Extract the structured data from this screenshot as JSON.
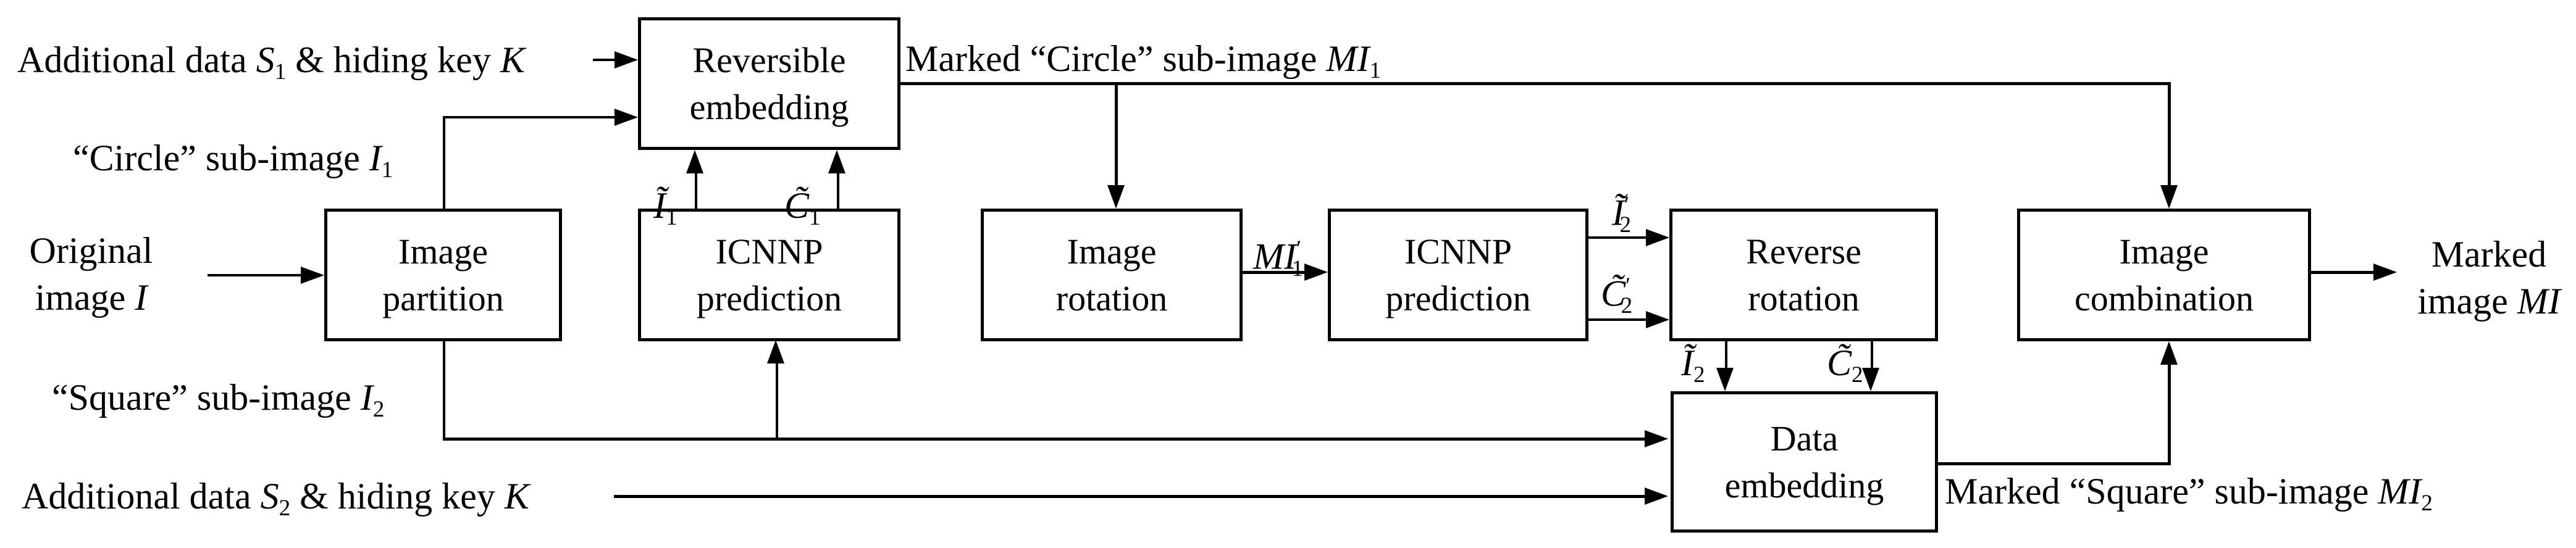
{
  "colors": {
    "background": "#ffffff",
    "line": "#000000",
    "text": "#000000"
  },
  "boxes": {
    "reversible_embedding": {
      "lines": [
        [
          {
            "t": "Reversible"
          }
        ],
        [
          {
            "t": "embedding"
          }
        ]
      ]
    },
    "image_partition": {
      "lines": [
        [
          {
            "t": "Image"
          }
        ],
        [
          {
            "t": "partition"
          }
        ]
      ]
    },
    "icnnp_prediction_1": {
      "lines": [
        [
          {
            "t": "ICNNP"
          }
        ],
        [
          {
            "t": "prediction"
          }
        ]
      ]
    },
    "image_rotation": {
      "lines": [
        [
          {
            "t": "Image"
          }
        ],
        [
          {
            "t": "rotation"
          }
        ]
      ]
    },
    "icnnp_prediction_2": {
      "lines": [
        [
          {
            "t": "ICNNP"
          }
        ],
        [
          {
            "t": "prediction"
          }
        ]
      ]
    },
    "reverse_rotation": {
      "lines": [
        [
          {
            "t": "Reverse"
          }
        ],
        [
          {
            "t": "rotation"
          }
        ]
      ]
    },
    "data_embedding": {
      "lines": [
        [
          {
            "t": "Data"
          }
        ],
        [
          {
            "t": "embedding"
          }
        ]
      ]
    },
    "image_combination": {
      "lines": [
        [
          {
            "t": "Image"
          }
        ],
        [
          {
            "t": "combination"
          }
        ]
      ]
    }
  },
  "labels": {
    "additional_data_s1": [
      {
        "t": "Additional data "
      },
      {
        "t": "S",
        "c": "i"
      },
      {
        "t": "1",
        "c": "sub"
      },
      {
        "t": " & hiding key "
      },
      {
        "t": "K",
        "c": "i"
      }
    ],
    "circle_subimage": [
      {
        "t": "“Circle” sub-image "
      },
      {
        "t": "I",
        "c": "i"
      },
      {
        "t": "1",
        "c": "sub"
      }
    ],
    "original_image": {
      "line1": [
        {
          "t": "Original"
        }
      ],
      "line2": [
        {
          "t": "image "
        },
        {
          "t": "I",
          "c": "i"
        }
      ]
    },
    "square_subimage": [
      {
        "t": "“Square” sub-image "
      },
      {
        "t": "I",
        "c": "i"
      },
      {
        "t": "2",
        "c": "sub"
      }
    ],
    "additional_data_s2": [
      {
        "t": "Additional data "
      },
      {
        "t": "S",
        "c": "i"
      },
      {
        "t": "2",
        "c": "sub"
      },
      {
        "t": " & hiding key "
      },
      {
        "t": "K",
        "c": "i"
      }
    ],
    "marked_circle_subimage": [
      {
        "t": "Marked “Circle” sub-image "
      },
      {
        "t": "MI",
        "c": "i"
      },
      {
        "t": "1",
        "c": "sub"
      }
    ],
    "i1_tilde": [
      {
        "t": "Ĩ",
        "c": "i"
      },
      {
        "t": "1",
        "c": "sub"
      }
    ],
    "c1_tilde": [
      {
        "t": "C̃",
        "c": "i"
      },
      {
        "t": "1",
        "c": "sub"
      }
    ],
    "mi1_prime": [
      {
        "t": "MI",
        "c": "i"
      },
      {
        "t": "′",
        "c": "sup"
      },
      {
        "t": "1",
        "c": "sub tuck"
      }
    ],
    "i2_prime_tilde": [
      {
        "t": "Ĩ",
        "c": "i"
      },
      {
        "t": "′",
        "c": "sup"
      },
      {
        "t": "2",
        "c": "sub tuck"
      }
    ],
    "c2_prime_tilde": [
      {
        "t": "C̃",
        "c": "i"
      },
      {
        "t": "′",
        "c": "sup"
      },
      {
        "t": "2",
        "c": "sub tuck"
      }
    ],
    "i2_tilde": [
      {
        "t": "Ĩ",
        "c": "i"
      },
      {
        "t": "2",
        "c": "sub"
      }
    ],
    "c2_tilde": [
      {
        "t": "C̃",
        "c": "i"
      },
      {
        "t": "2",
        "c": "sub"
      }
    ],
    "marked_square_subimage": [
      {
        "t": "Marked “Square” sub-image "
      },
      {
        "t": "MI",
        "c": "i"
      },
      {
        "t": "2",
        "c": "sub"
      }
    ],
    "marked_image": {
      "line1": [
        {
          "t": "Marked"
        }
      ],
      "line2": [
        {
          "t": "image "
        },
        {
          "t": "MI",
          "c": "i"
        }
      ]
    }
  }
}
